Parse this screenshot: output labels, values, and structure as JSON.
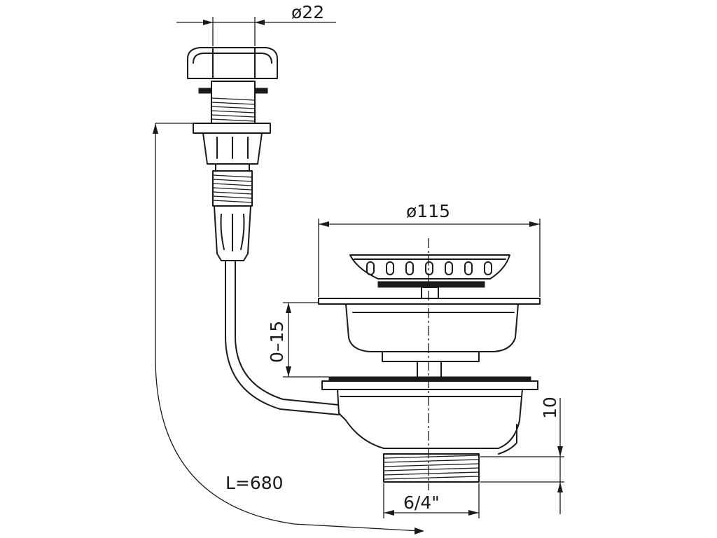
{
  "dimensions": {
    "button_diameter": "ø22",
    "strainer_diameter": "ø115",
    "adjustable_range": "0–15",
    "outlet_height": "10",
    "outlet_thread": "6/4\"",
    "cable_length": "L=680"
  },
  "colors": {
    "line": "#1a1a1a",
    "background": "#ffffff"
  }
}
